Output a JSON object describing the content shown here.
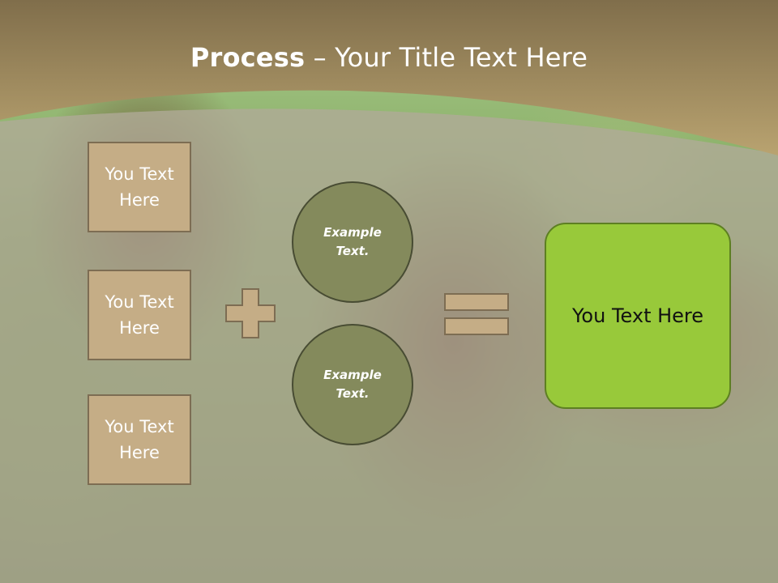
{
  "slide": {
    "title_bold": "Process",
    "title_rest": " – Your Title Text Here"
  },
  "left_boxes": [
    {
      "text": "You Text\nHere"
    },
    {
      "text": "You Text\nHere"
    },
    {
      "text": "You Text\nHere"
    }
  ],
  "circles": [
    {
      "text": "Example\nText."
    },
    {
      "text": "Example\nText."
    }
  ],
  "result_box": {
    "text": "You Text Here"
  },
  "colors": {
    "title_band": "#9d8a5f",
    "box_fill": "#c5ad86",
    "box_border": "#7d6d53",
    "circle_fill": "#848a5c",
    "result_fill": "#98c93a",
    "operator_fill": "#c5ad86"
  },
  "icons": {
    "plus": "plus-icon",
    "equals": "equals-icon"
  }
}
